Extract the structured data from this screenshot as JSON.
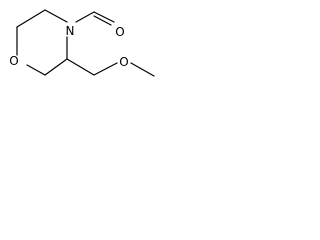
{
  "molecule": {
    "atoms": {
      "ring_oxygen": "O",
      "ring_nitrogen": "N",
      "carbonyl_oxygen": "O",
      "ether_oxygen": "O"
    }
  },
  "colors": {
    "bond": "#000000",
    "label": "#000000",
    "background": "#ffffff"
  }
}
